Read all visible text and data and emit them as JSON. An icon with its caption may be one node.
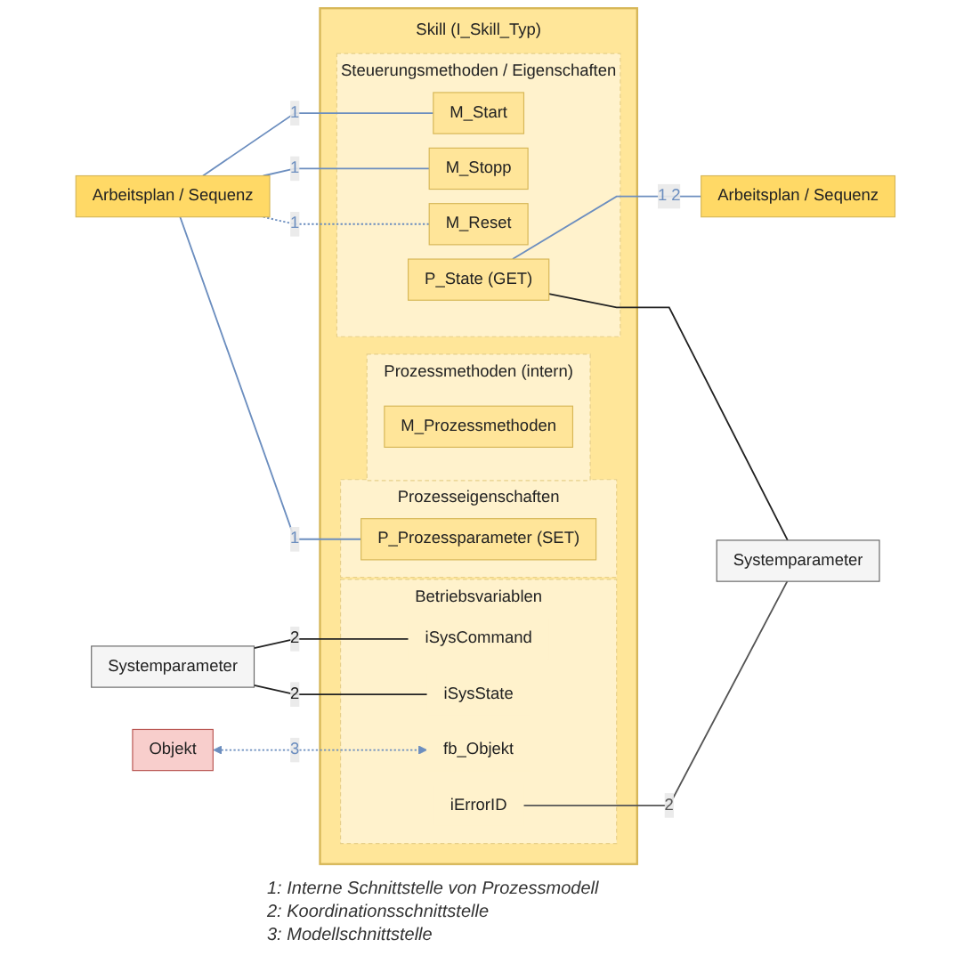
{
  "diagram": {
    "nodes": [
      {
        "text": [
          "Skill (I_Skill_Typ)"
        ]
      },
      {
        "text": [
          "Steuerungsmethoden / Eigenschaften"
        ],
        "in": 0
      },
      {
        "text": [
          "M_Start"
        ],
        "in": 1
      },
      {
        "text": [
          "M_Stopp"
        ],
        "in": 1
      },
      {
        "text": [
          "M_Reset"
        ],
        "in": 1
      },
      {
        "text": [
          "P_State (GET)"
        ],
        "in": 1
      },
      {
        "text": [
          "Betriebsvariablen"
        ],
        "in": 0
      },
      {
        "text": [
          "iSysCommand"
        ],
        "in": 6
      },
      {
        "text": [
          "iSysState"
        ],
        "in": 6
      },
      {
        "text": [
          "fb_Objekt"
        ],
        "in": 6
      },
      {
        "text": [
          "iErrorID"
        ],
        "in": 6
      },
      {
        "text": [
          "Prozessmethoden (intern)"
        ],
        "in": 0
      },
      {
        "text": [
          "M_Prozessmethoden"
        ],
        "in": 11
      },
      {
        "text": [
          "Prozesseigenschaften"
        ],
        "in": 0
      },
      {
        "text": [
          "P_Prozessparameter (SET)"
        ],
        "in": 13
      },
      {
        "text": [
          "Arbeitsplan / Sequenz"
        ]
      },
      {
        "text": [
          "Objekt"
        ]
      },
      {
        "text": [
          "Systemparameter"
        ]
      },
      {
        "text": [
          "Arbeitsplan / Sequenz"
        ]
      },
      {
        "text": [
          "Systemparameter"
        ]
      }
    ],
    "edges": [
      {
        "from": 15,
        "to": 2,
        "arrow": "none",
        "label": "1"
      },
      {
        "from": 15,
        "to": 3,
        "arrow": "none",
        "label": "1"
      },
      {
        "from": 15,
        "to": 4,
        "arrow": "none",
        "label": "1",
        "style": "dashed"
      },
      {
        "from": 15,
        "to": 14,
        "arrow": "none",
        "label": "1"
      },
      {
        "from": 16,
        "to": 9,
        "arrow": "both",
        "label": "3",
        "style": "dashed"
      },
      {
        "from": 17,
        "to": 7,
        "arrow": "none",
        "label": "2",
        "color": "#222222"
      },
      {
        "from": 17,
        "to": 8,
        "arrow": "none",
        "label": "2",
        "color": "#222222"
      },
      {
        "from": 5,
        "to": 18,
        "arrow": "none",
        "label": "1 2"
      },
      {
        "from": 5,
        "to": 19,
        "arrow": "none",
        "color": "#222222"
      },
      {
        "from": 10,
        "to": 19,
        "arrow": "none",
        "label": "2",
        "color": "#555555"
      }
    ],
    "labels": [
      "1: Interne Schnittstelle von Prozessmodell",
      "2: Koordinationsschnittstelle",
      "3: Modellschnittstelle"
    ]
  }
}
